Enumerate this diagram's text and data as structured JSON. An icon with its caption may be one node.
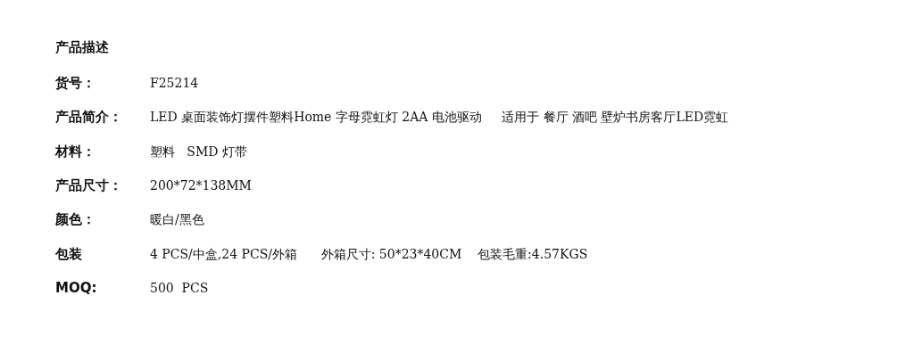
{
  "diagram": {
    "title": "产品描述",
    "labels": [
      "货号：",
      "F25214",
      "产品简介：",
      "LED 桌面装饰灯摆件塑料Home 字母霓虹灯 2AA 电池驱动     适用于 餐厅 酒吧 壁炉书房客厅LED霓虹",
      "材料：",
      "塑料   SMD 灯带",
      "产品尺寸：",
      "200*72*138MM",
      "颜色：",
      "暖白/黑色",
      "包装",
      "4 PCS/中盒,24 PCS/外箱      外箱尺寸: 50*23*40CM    包装毛重:4.57KGS",
      "MOQ:",
      "500  PCS"
    ]
  }
}
